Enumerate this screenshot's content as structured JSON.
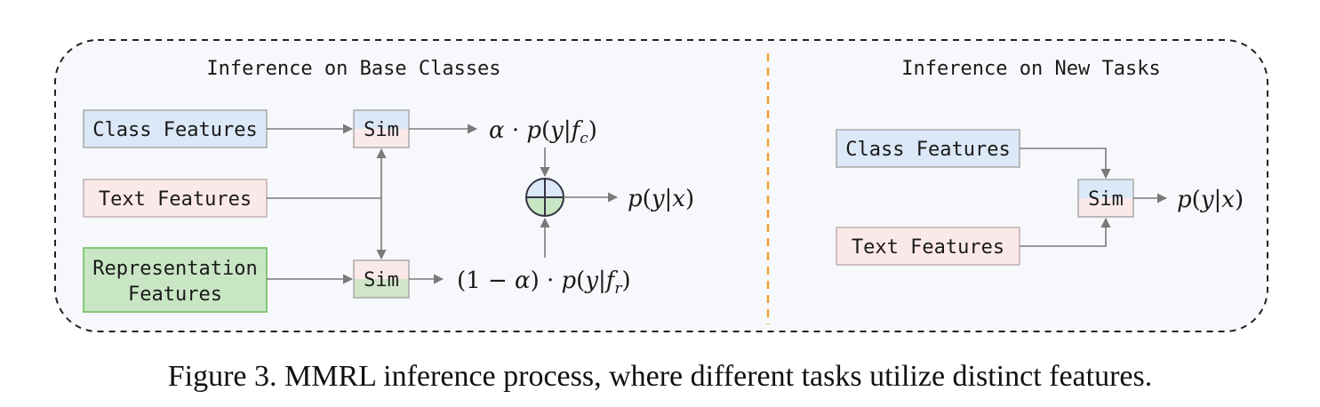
{
  "left_panel": {
    "title": "Inference on Base Classes",
    "class_features": "Class Features",
    "text_features": "Text Features",
    "representation_features_line1": "Representation",
    "representation_features_line2": "Features",
    "sim_top": "Sim",
    "sim_bottom": "Sim",
    "output_top": "α · p(y|f_c)",
    "output_bottom": "(1 − α) · p(y|f_r)",
    "output_final": "p(y|x)"
  },
  "right_panel": {
    "title": "Inference on New Tasks",
    "class_features": "Class Features",
    "text_features": "Text Features",
    "sim": "Sim",
    "output": "p(y|x)"
  },
  "caption": "Figure 3. MMRL inference process, where different tasks utilize distinct features.",
  "colors": {
    "class_fill": "#dbe8f7",
    "text_fill": "#fbe9ea",
    "repr_fill": "#c9e6c4",
    "repr_border": "#7cc36b",
    "panel_bg": "#f7f8fb",
    "divider": "#f0a030",
    "arrow": "#7a7a7a"
  }
}
